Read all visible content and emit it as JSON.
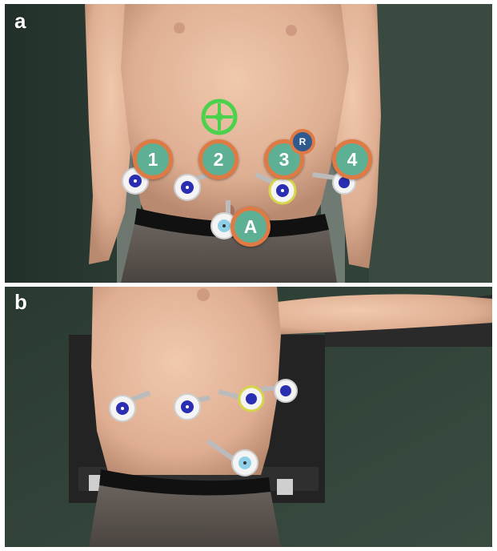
{
  "panels": {
    "a": {
      "label": "a"
    },
    "b": {
      "label": "b"
    }
  },
  "port_markers": [
    "1",
    "2",
    "3",
    "4"
  ],
  "assistant_marker": "A",
  "robot_marker": "R",
  "camera_target_icon": "crosshair-icon",
  "colors": {
    "marker_fill": "#5db094",
    "marker_ring": "#e07a45",
    "robot_fill": "#2e5a8e",
    "crosshair": "#4cd14c",
    "background": "#2f3d35",
    "skin": "#e3b497",
    "trousers": "#5b5450"
  }
}
